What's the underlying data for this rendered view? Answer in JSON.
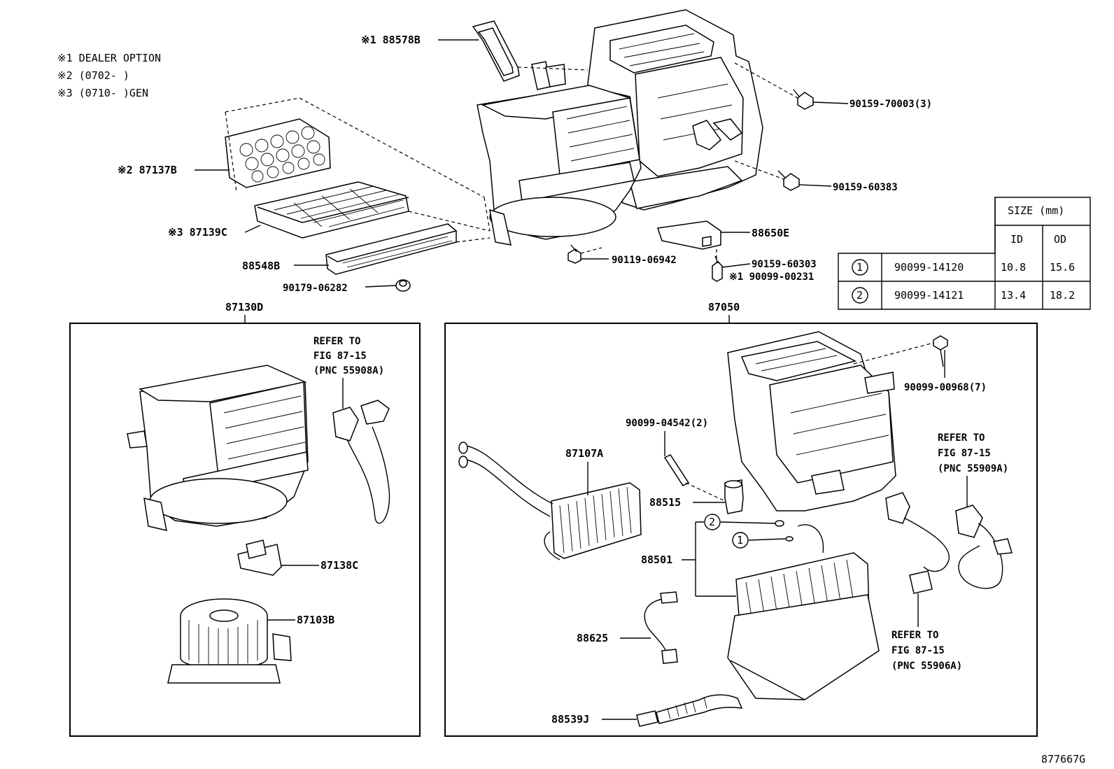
{
  "notes": [
    "※1 DEALER OPTION",
    "※2 (0702-     )",
    "※3 (0710-     )GEN"
  ],
  "labels": {
    "p88578B": "※1 88578B",
    "p87137B": "※2 87137B",
    "p87139C": "※3 87139C",
    "p88548B": "88548B",
    "p90179": "90179-06282",
    "p90119": "90119-06942",
    "p90159_70003": "90159-70003(3)",
    "p90159_60383": "90159-60383",
    "p88650E": "88650E",
    "p90159_60303": "90159-60303",
    "p90099_00231": "※1 90099-00231",
    "p87130D": "87130D",
    "p87050": "87050",
    "p87138C": "87138C",
    "p87103B": "87103B",
    "p87107A": "87107A",
    "p88515": "88515",
    "p88501": "88501",
    "p88625": "88625",
    "p88539J": "88539J",
    "p90099_04542": "90099-04542(2)",
    "p90099_00968": "90099-00968(7)",
    "figure_id": "877667G"
  },
  "refers": {
    "r1": [
      "REFER TO",
      "FIG 87-15",
      "(PNC 55908A)"
    ],
    "r2": [
      "REFER TO",
      "FIG 87-15",
      "(PNC 55909A)"
    ],
    "r3": [
      "REFER TO",
      "FIG 87-15",
      "(PNC 55906A)"
    ]
  },
  "callouts": {
    "c1": "1",
    "c2": "2"
  },
  "size_table": {
    "title": "SIZE (mm)",
    "col_id": "ID",
    "col_od": "OD",
    "rows": [
      {
        "mark": "1",
        "part": "90099-14120",
        "id": "10.8",
        "od": "15.6"
      },
      {
        "mark": "2",
        "part": "90099-14121",
        "id": "13.4",
        "od": "18.2"
      }
    ]
  }
}
